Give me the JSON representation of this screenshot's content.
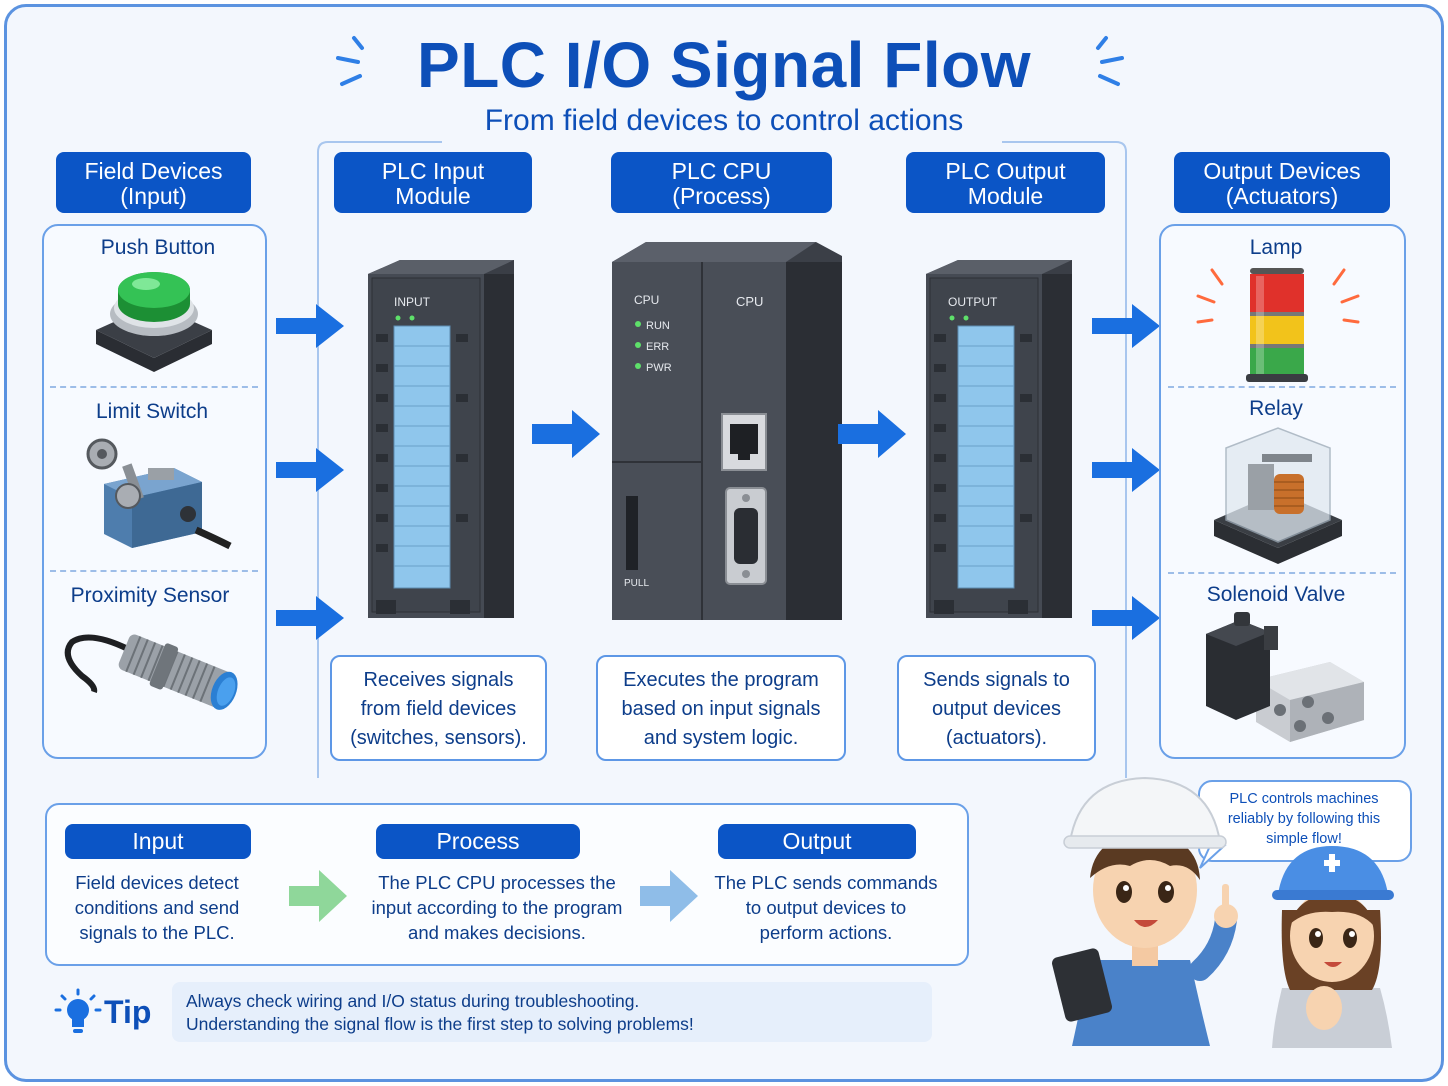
{
  "title": "PLC I/O Signal Flow",
  "subtitle": "From field devices to control actions",
  "columns": {
    "field": {
      "line1": "Field Devices",
      "line2": "(Input)"
    },
    "input_module": {
      "line1": "PLC Input",
      "line2": "Module",
      "desc": [
        "Receives signals",
        "from field devices",
        "(switches, sensors)."
      ],
      "module_label": "INPUT"
    },
    "cpu": {
      "line1": "PLC CPU",
      "line2": "(Process)",
      "desc": [
        "Executes the program",
        "based on input signals",
        "and system logic."
      ],
      "module_label": "CPU",
      "module_label_left": "CPU",
      "leds": [
        "RUN",
        "ERR",
        "PWR"
      ],
      "pull_label": "PULL"
    },
    "output_module": {
      "line1": "PLC Output",
      "line2": "Module",
      "desc": [
        "Sends signals to",
        "output devices",
        "(actuators)."
      ],
      "module_label": "OUTPUT"
    },
    "output_devices": {
      "line1": "Output Devices",
      "line2": "(Actuators)"
    }
  },
  "field_devices": [
    "Push Button",
    "Limit Switch",
    "Proximity Sensor"
  ],
  "output_devices": [
    "Lamp",
    "Relay",
    "Solenoid Valve"
  ],
  "summary": [
    {
      "label": "Input",
      "text": [
        "Field devices detect",
        "conditions and send",
        "signals to the PLC."
      ]
    },
    {
      "label": "Process",
      "text": [
        "The PLC CPU processes the",
        "input according to the program",
        "and makes decisions."
      ]
    },
    {
      "label": "Output",
      "text": [
        "The PLC sends commands",
        "to output devices to",
        "perform actions."
      ]
    }
  ],
  "tip": {
    "label": "Tip",
    "line1": "Always check wiring and I/O status during troubleshooting.",
    "line2": "Understanding the signal flow is the first step to solving problems!"
  },
  "bubble": [
    "PLC controls machines",
    "reliably by following this",
    "simple flow!"
  ],
  "colors": {
    "brand": "#0b55c6",
    "title": "#0d4fb8",
    "arrow": "#1a6fe0",
    "arrow_green": "#8fd79a",
    "arrow_light": "#8fbde8"
  }
}
